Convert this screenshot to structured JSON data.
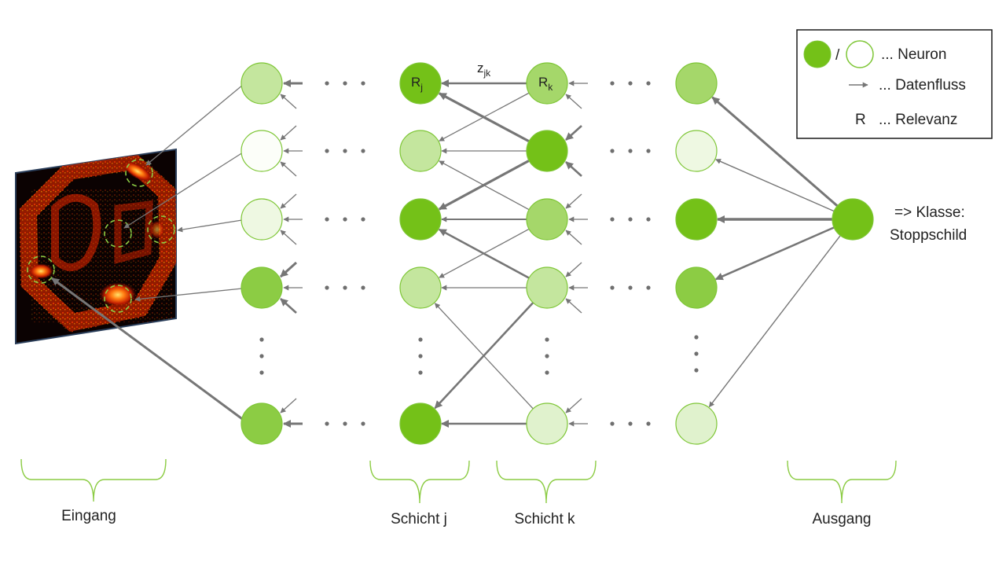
{
  "legend": {
    "slash": "/",
    "neuron_label": "... Neuron",
    "flow_label": "... Datenfluss",
    "relevance_symbol": "R",
    "relevance_label": "... Relevanz"
  },
  "neuron_labels": {
    "rj_base": "R",
    "rj_sub": "j",
    "rk_base": "R",
    "rk_sub": "k",
    "z_base": "z",
    "z_sub": "jk"
  },
  "output_text": {
    "line1": "=> Klasse:",
    "line2": "Stoppschild"
  },
  "layers": {
    "input": "Eingang",
    "layer_j": "Schicht j",
    "layer_k": "Schicht k",
    "output": "Ausgang"
  },
  "colors": {
    "level_0": "#fcfef9",
    "level_1": "#eef8e2",
    "level_2": "#e0f2cd",
    "level_3": "#c4e69e",
    "level_4": "#a5d76a",
    "level_5": "#8ccc44",
    "level_6": "#74c118",
    "stroke": "#7ec636",
    "arrow": "#767676",
    "brace": "#8ccc44"
  },
  "network": {
    "col1": [
      3,
      0,
      1,
      5,
      5
    ],
    "colj": [
      6,
      3,
      6,
      3,
      6
    ],
    "colk": [
      4,
      6,
      4,
      3,
      2
    ],
    "colOut": [
      4,
      1,
      6,
      5,
      2
    ],
    "final_level": 6
  }
}
